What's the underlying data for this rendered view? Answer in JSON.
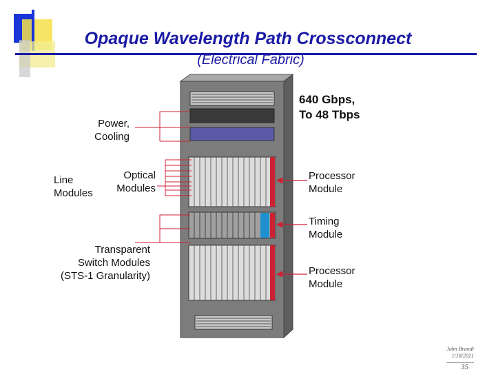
{
  "slide": {
    "title": "Opaque Wavelength Path Crossconnect",
    "subtitle": "(Electrical Fabric)"
  },
  "labels": {
    "capacity_1": "640 Gbps,",
    "capacity_2": "To 48 Tbps",
    "power_1": "Power,",
    "power_2": "Cooling",
    "line_1": "Line",
    "line_2": "Modules",
    "optical_1": "Optical",
    "optical_2": "Modules",
    "processor_top_1": "Processor",
    "processor_top_2": "Module",
    "timing_1": "Timing",
    "timing_2": "Module",
    "processor_bottom_1": "Processor",
    "processor_bottom_2": "Module",
    "switch_1": "Transparent",
    "switch_2": "Switch Modules",
    "switch_3": "(STS-1 Granularity)"
  },
  "footer": {
    "author": "John Brandt",
    "date": "1/18/2021",
    "page": "35"
  },
  "colors": {
    "title": "#1a1aa6",
    "accent_yellow": "#f5e04a",
    "accent_blue": "#1a35d8",
    "chassis": "#7c7c7c",
    "processor_red": "#cc2233",
    "timing_blue": "#1e90d0",
    "fan_tray": "#5a5aa8"
  }
}
